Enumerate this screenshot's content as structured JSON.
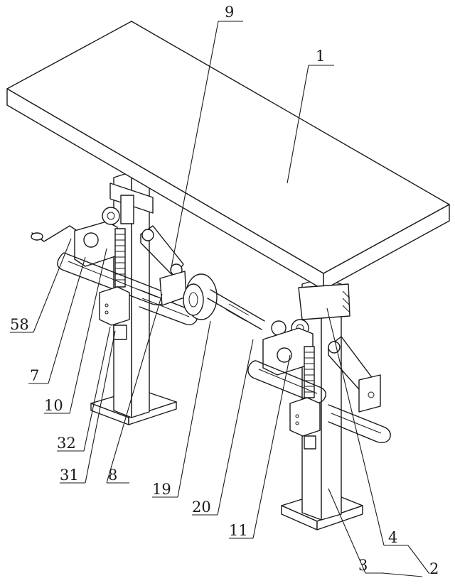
{
  "labels": {
    "l1": "1",
    "l2": "2",
    "l3": "3",
    "l4": "4",
    "l7": "7",
    "l8": "8",
    "l9": "9",
    "l10": "10",
    "l11": "11",
    "l19": "19",
    "l20": "20",
    "l31": "31",
    "l32": "32",
    "l58": "58"
  }
}
